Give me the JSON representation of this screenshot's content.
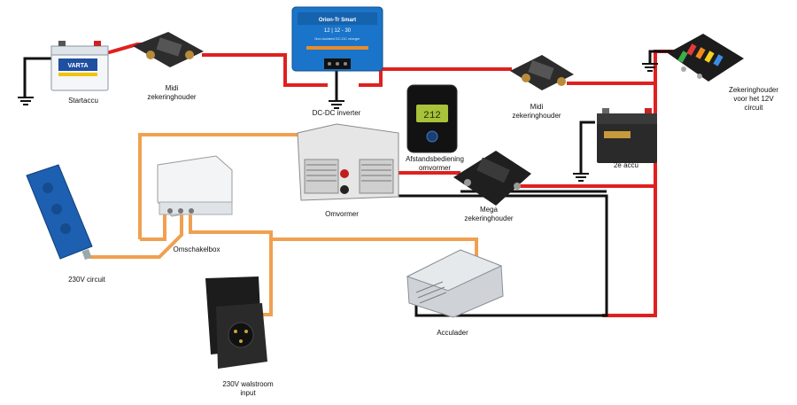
{
  "labels": {
    "startaccu": "Startaccu",
    "midi1": "Midi\nzekeringhouder",
    "dcdc": "DC-DC inverter",
    "dcdc_brand": "Orion-Tr Smart",
    "dcdc_spec": "12 | 12 - 30",
    "dcdc_sub": "Non-isolated DC-DC charger",
    "midi2": "Midi\nzekeringhouder",
    "fuse_box": "Zekeringhouder\nvoor het 12V\ncircuit",
    "remote": "Afstandsbediening\nomvormer",
    "remote_display": "212",
    "accu2": "2e accu",
    "omvormer": "Omvormer",
    "mega": "Mega\nzekeringhouder",
    "omschakelbox": "Omschakelbox",
    "circuit230": "230V circuit",
    "acculader": "Acculader",
    "walstroom": "230V walstroom\ninput",
    "battery_brand": "VARTA"
  },
  "colors": {
    "positive_wire": "#e02020",
    "negative_wire": "#111111",
    "ac_wire": "#f0a050",
    "victron_blue": "#1a74c9",
    "socket_blue": "#1d5fb0"
  }
}
